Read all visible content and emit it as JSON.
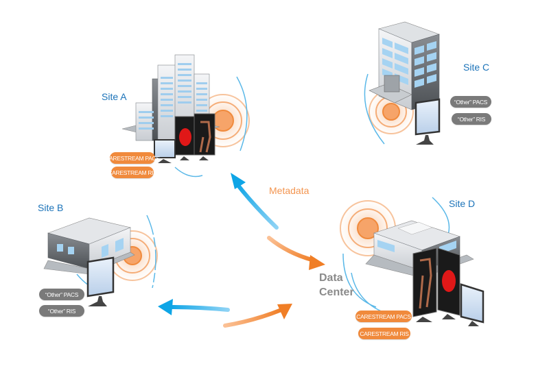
{
  "diagram": {
    "title": "Carestream multi-site PACS/RIS with central Data Center",
    "sites": [
      {
        "id": "site-a",
        "label": "Site A",
        "systems": [
          "CARESTREAM PACS",
          "CARESTREAM RIS"
        ],
        "system_color": "#f08a3c",
        "building": "tall office tower",
        "has_3d_viewers": true
      },
      {
        "id": "site-b",
        "label": "Site B",
        "systems": [
          "“Other” PACS",
          "“Other” RIS"
        ],
        "system_color": "#7a7a7a",
        "building": "single-storey clinic",
        "has_3d_viewers": false
      },
      {
        "id": "site-c",
        "label": "Site C",
        "systems": [
          "“Other” PACS",
          "“Other” RIS"
        ],
        "system_color": "#7a7a7a",
        "building": "mid-rise office",
        "has_3d_viewers": false
      },
      {
        "id": "site-d",
        "label": "Site D",
        "systems": [
          "CARESTREAM PACS",
          "CARESTREAM RIS"
        ],
        "system_color": "#f08a3c",
        "building": "hospital campus",
        "has_3d_viewers": true
      }
    ],
    "center": {
      "label_line1": "Data",
      "label_line2": "Center"
    },
    "flows": [
      {
        "label": "Metadata",
        "from": "Data Center",
        "to": "Site A",
        "color": "#1aa5e8"
      },
      {
        "label": "",
        "from": "Site A",
        "to": "Data Center",
        "color": "#f08030"
      },
      {
        "label": "",
        "from": "Data Center",
        "to": "Site B",
        "color": "#1aa5e8"
      },
      {
        "label": "",
        "from": "Site B",
        "to": "Data Center",
        "color": "#f08030"
      }
    ],
    "colors": {
      "site_label": "#1b73b9",
      "carestream_pill": "#f08a3c",
      "other_pill": "#7a7a7a",
      "metadata_label": "#f39550",
      "datacenter_label": "#8a8a8a",
      "wireless_ring": "#f5a05a",
      "orbit_arc": "#5ab8e8"
    }
  }
}
